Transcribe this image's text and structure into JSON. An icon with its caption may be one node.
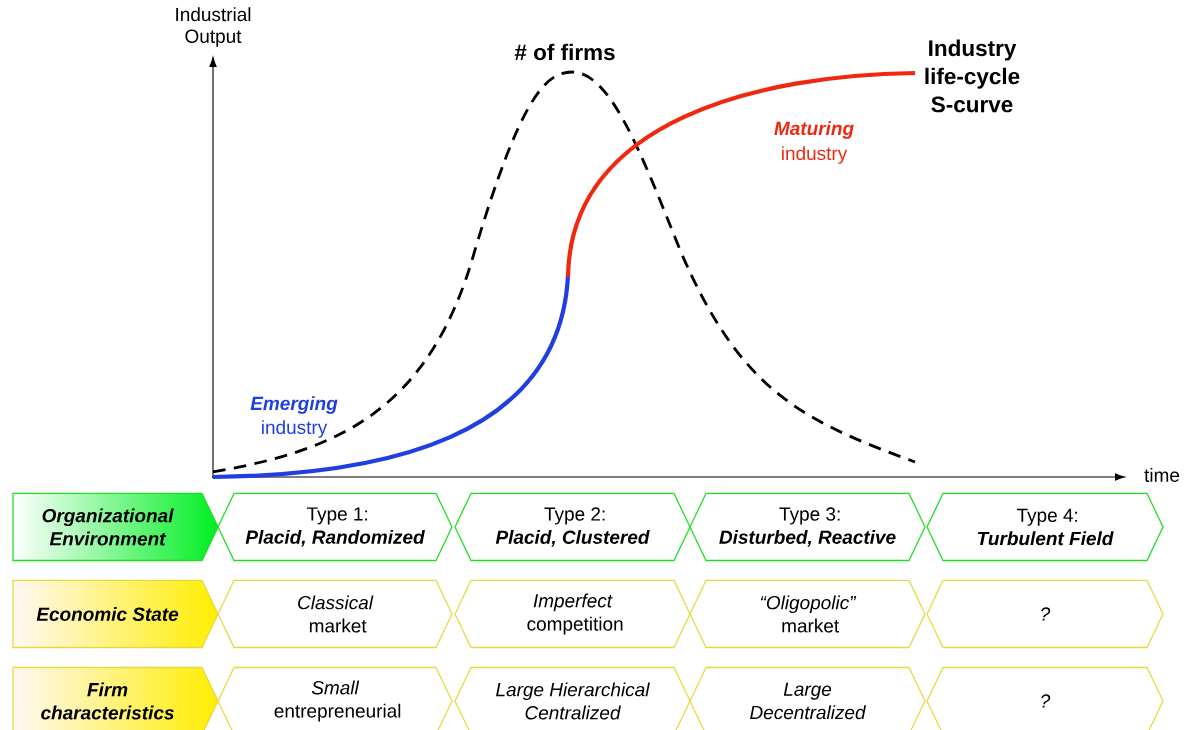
{
  "diagram": {
    "nodes": [
      {
        "text": [
          "Organizational Environment"
        ]
      },
      {
        "text": [
          "Type 1:",
          "Placid, Randomized"
        ]
      },
      {
        "text": [
          "Type 2:",
          "Placid, Clustered"
        ]
      },
      {
        "text": [
          "Type 3:",
          "Disturbed, Reactive"
        ]
      },
      {
        "text": [
          "Type 4:",
          "Turbulent Field"
        ]
      },
      {
        "text": [
          "Economic State"
        ]
      },
      {
        "text": [
          "Classical",
          "market"
        ]
      },
      {
        "text": [
          "Imperfect",
          "competition"
        ]
      },
      {
        "text": [
          "“Oligopolic”",
          "market"
        ]
      },
      {
        "text": [
          "?"
        ]
      },
      {
        "text": [
          "Firm characteristics"
        ]
      },
      {
        "text": [
          "Small",
          "entrepreneurial"
        ]
      },
      {
        "text": [
          "Large Hierarchical",
          "Centralized"
        ]
      },
      {
        "text": [
          "Large",
          "Decentralized"
        ]
      },
      {
        "text": [
          "?"
        ]
      }
    ],
    "labels": [
      "Industrial Output",
      "# of firms",
      "Industry life-cycle S-curve",
      "Maturing",
      "industry",
      "Emerging",
      "industry",
      "time"
    ]
  }
}
